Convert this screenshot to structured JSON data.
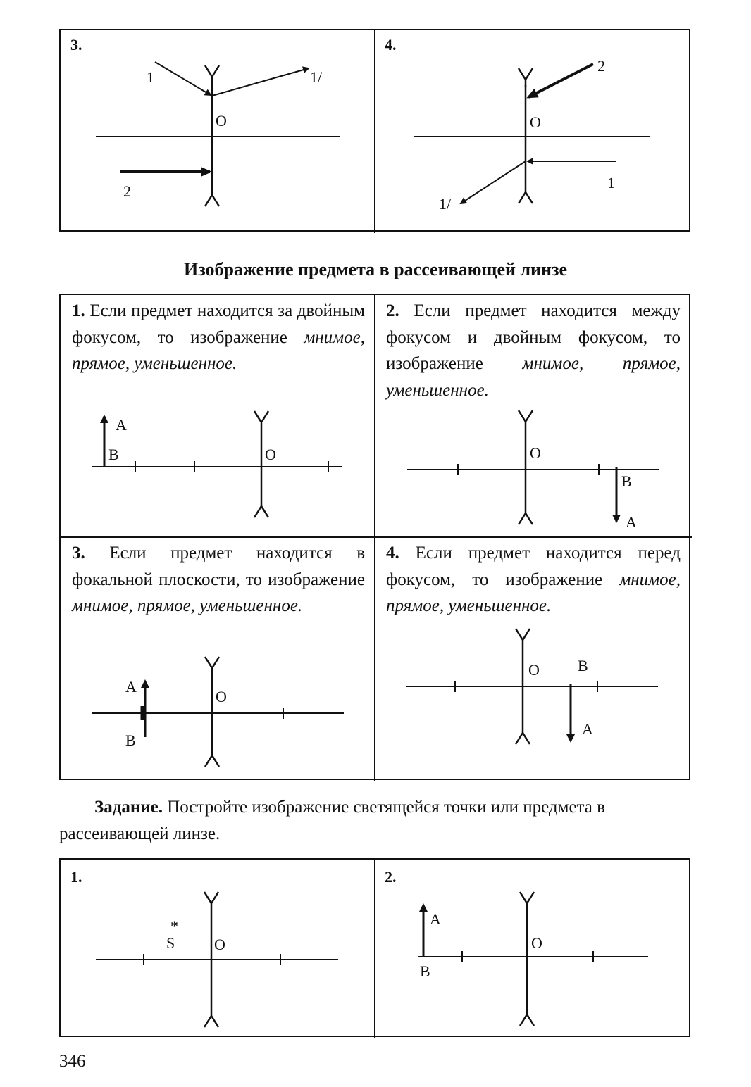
{
  "top": {
    "cell3": {
      "num": "3.",
      "ray1": "1",
      "ray1p": "1/",
      "ray2": "2",
      "center": "O"
    },
    "cell4": {
      "num": "4.",
      "ray2": "2",
      "center": "O",
      "ray1": "1",
      "ray1p": "1/"
    }
  },
  "section_title": "Изображение предмета в рассеивающей линзе",
  "cases": [
    {
      "num": "1.",
      "text": "Если предмет находится за двойным фокусом, то изображение",
      "italic": "мнимое, прямое, уменьшенное.",
      "A": "A",
      "B": "B",
      "O": "O"
    },
    {
      "num": "2.",
      "text": "Если предмет находится между фокусом и двойным фокусом, то изображение",
      "italic": "мнимое, прямое, уменьшенное.",
      "A": "A",
      "B": "B",
      "O": "O"
    },
    {
      "num": "3.",
      "text": "Если предмет находится в фокальной плоскости, то изображение",
      "italic": "мнимое, прямое, уменьшенное.",
      "A": "A",
      "B": "B",
      "O": "O"
    },
    {
      "num": "4.",
      "text": "Если предмет находится перед фокусом, то изображение",
      "italic": "мнимое, прямое, уменьшенное.",
      "A": "A",
      "B": "B",
      "O": "O"
    }
  ],
  "task": {
    "label": "Задание.",
    "text": "Постройте изображение светящейся точки или предмета в рассеивающей линзе."
  },
  "bottom": {
    "cell1": {
      "num": "1.",
      "star": "*",
      "S": "S",
      "O": "O"
    },
    "cell2": {
      "num": "2.",
      "A": "A",
      "B": "B",
      "O": "O"
    }
  },
  "page_number": "346"
}
